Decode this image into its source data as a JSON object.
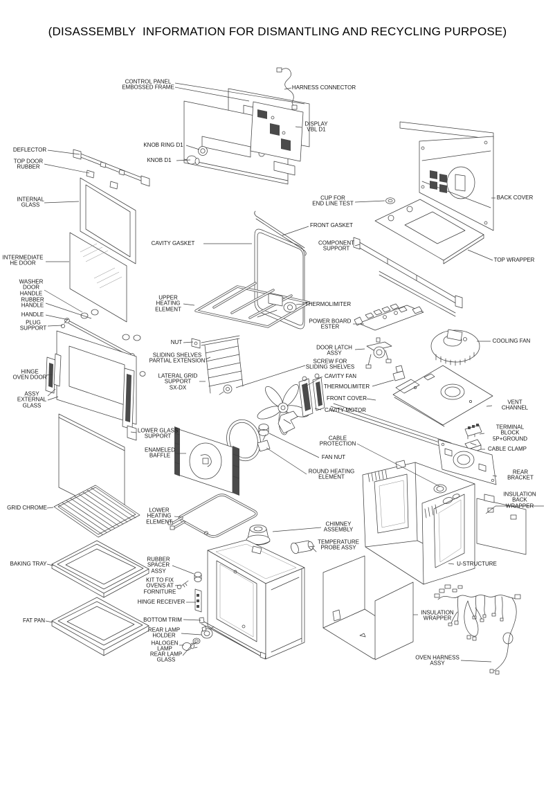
{
  "page": {
    "title": "(DISASSEMBLY  INFORMATION FOR DISMANTLING AND RECYCLING PURPOSE)"
  },
  "diagram": {
    "description": "Exploded parts view of a built-in oven for dismantling and recycling",
    "part_labels": [
      {
        "id": "control-panel-embossed-frame",
        "text": "CONTROL PANEL\nEMBOSSED FRAME"
      },
      {
        "id": "harness-connector",
        "text": "HARNESS CONNECTOR"
      },
      {
        "id": "display-vbl-d1",
        "text": "DISPLAY\nVBL D1"
      },
      {
        "id": "knob-ring-d1",
        "text": "KNOB RING D1"
      },
      {
        "id": "knob-d1",
        "text": "KNOB D1"
      },
      {
        "id": "deflector",
        "text": "DEFLECTOR"
      },
      {
        "id": "top-door-rubber",
        "text": "TOP DOOR\nRUBBER"
      },
      {
        "id": "internal-glass",
        "text": "INTERNAL\nGLASS"
      },
      {
        "id": "cup-for-end-line-test",
        "text": "CUP FOR\nEND LINE TEST"
      },
      {
        "id": "front-gasket",
        "text": "FRONT GASKET"
      },
      {
        "id": "cavity-gasket",
        "text": "CAVITY GASKET"
      },
      {
        "id": "component-support",
        "text": "COMPONENT\nSUPPORT"
      },
      {
        "id": "back-cover",
        "text": "BACK COVER"
      },
      {
        "id": "top-wrapper",
        "text": "TOP WRAPPER"
      },
      {
        "id": "intermediate-he-door",
        "text": "INTERMEDIATE\nHE DOOR"
      },
      {
        "id": "washer-door-handle",
        "text": "WASHER\nDOOR\nHANDLE"
      },
      {
        "id": "rubber-handle",
        "text": "RUBBER\nHANDLE"
      },
      {
        "id": "handle",
        "text": "HANDLE"
      },
      {
        "id": "plug-support",
        "text": "PLUG\nSUPPORT"
      },
      {
        "id": "upper-heating-element",
        "text": "UPPER\nHEATING\nELEMENT"
      },
      {
        "id": "thermolimiter-upper",
        "text": "THERMOLIMITER"
      },
      {
        "id": "power-board-ester",
        "text": "POWER BOARD\nESTER"
      },
      {
        "id": "nut",
        "text": "NUT"
      },
      {
        "id": "door-latch-assy",
        "text": "DOOR LATCH\nASSY"
      },
      {
        "id": "sliding-shelves-partial-extension",
        "text": "SLIDING SHELVES\nPARTIAL EXTENSION"
      },
      {
        "id": "screw-for-sliding-shelves",
        "text": "SCREW FOR\nSLIDING SHELVES"
      },
      {
        "id": "hinge-oven-door",
        "text": "HINGE\nOVEN DOOR"
      },
      {
        "id": "cavity-fan",
        "text": "CAVITY FAN"
      },
      {
        "id": "lateral-grid-support",
        "text": "LATERAL GRID\nSUPPORT\nSX-DX"
      },
      {
        "id": "thermolimiter-mid",
        "text": "THERMOLIMITER"
      },
      {
        "id": "cooling-fan",
        "text": "COOLING FAN"
      },
      {
        "id": "front-cover",
        "text": "FRONT COVER"
      },
      {
        "id": "assy-external-glass",
        "text": "ASSY\nEXTERNAL\nGLASS"
      },
      {
        "id": "cavity-motor",
        "text": "CAVITY MOTOR"
      },
      {
        "id": "vent-channel",
        "text": "VENT CHANNEL"
      },
      {
        "id": "lower-glass-support",
        "text": "LOWER GLASS\nSUPPORT"
      },
      {
        "id": "terminal-block",
        "text": "TERMINAL BLOCK\n5P+GROUND"
      },
      {
        "id": "cable-protection",
        "text": "CABLE\nPROTECTION"
      },
      {
        "id": "enameled-baffle",
        "text": "ENAMELED\nBAFFLE"
      },
      {
        "id": "cable-clamp",
        "text": "CABLE CLAMP"
      },
      {
        "id": "fan-nut",
        "text": "FAN NUT"
      },
      {
        "id": "round-heating-element",
        "text": "ROUND HEATING\nELEMENT"
      },
      {
        "id": "rear-bracket",
        "text": "REAR BRACKET"
      },
      {
        "id": "insulation-back-wrapper",
        "text": "INSULATION BACK\nWRAPPER"
      },
      {
        "id": "grid-chrome",
        "text": "GRID CHROME"
      },
      {
        "id": "lower-heating-element",
        "text": "LOWER\nHEATING\nELEMENT"
      },
      {
        "id": "chimney-assembly",
        "text": "CHIMNEY\nASSEMBLY"
      },
      {
        "id": "temperature-probe-assy",
        "text": "TEMPERATURE\nPROBE ASSY"
      },
      {
        "id": "baking-tray",
        "text": "BAKING TRAY"
      },
      {
        "id": "rubber-spacer-assy",
        "text": "RUBBER\nSPACER\nASSY"
      },
      {
        "id": "u-structure",
        "text": "U-STRUCTURE"
      },
      {
        "id": "kit-to-fix",
        "text": "KIT TO FIX\nOVENS AT\nFORNITURE"
      },
      {
        "id": "hinge-receiver",
        "text": "HINGE RECEIVER"
      },
      {
        "id": "fat-pan",
        "text": "FAT PAN"
      },
      {
        "id": "bottom-trim",
        "text": "BOTTOM TRIM"
      },
      {
        "id": "insulation-wrapper",
        "text": "INSULATION\nWRAPPER"
      },
      {
        "id": "rear-lamp-holder",
        "text": "REAR LAMP\nHOLDER"
      },
      {
        "id": "halogen-lamp",
        "text": "HALOGEN\nLAMP"
      },
      {
        "id": "rear-lamp-glass",
        "text": "REAR LAMP\nGLASS"
      },
      {
        "id": "oven-harness-assy",
        "text": "OVEN HARNESS\nASSY"
      }
    ]
  }
}
